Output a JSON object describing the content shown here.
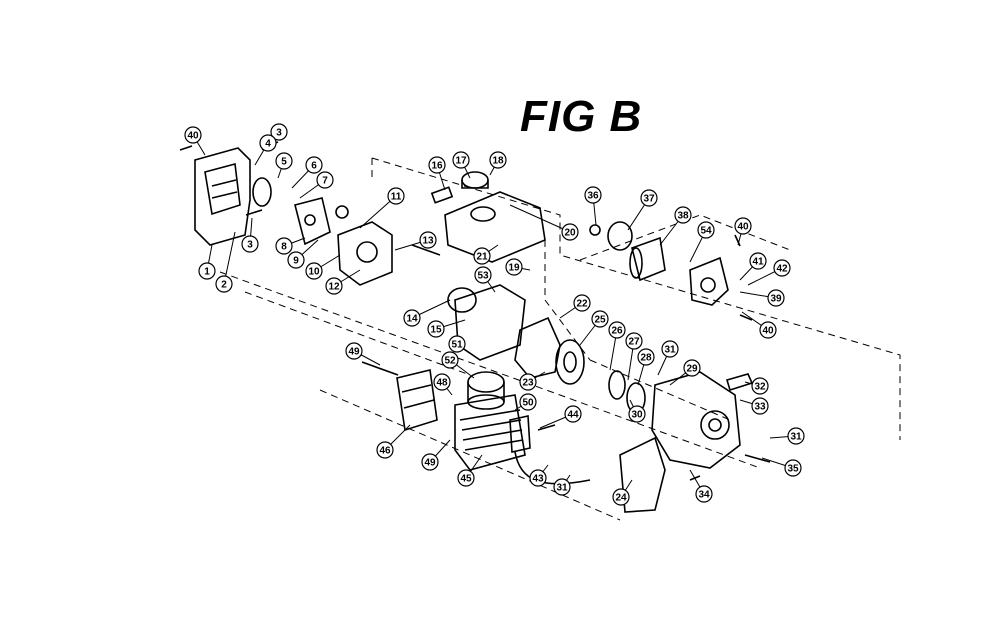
{
  "figure": {
    "title": "FIG B"
  },
  "callouts": [
    {
      "label": "40"
    },
    {
      "label": "3"
    },
    {
      "label": "4"
    },
    {
      "label": "5"
    },
    {
      "label": "6"
    },
    {
      "label": "7"
    },
    {
      "label": "1"
    },
    {
      "label": "2"
    },
    {
      "label": "3"
    },
    {
      "label": "8"
    },
    {
      "label": "9"
    },
    {
      "label": "10"
    },
    {
      "label": "12"
    },
    {
      "label": "11"
    },
    {
      "label": "13"
    },
    {
      "label": "16"
    },
    {
      "label": "17"
    },
    {
      "label": "18"
    },
    {
      "label": "20"
    },
    {
      "label": "21"
    },
    {
      "label": "19"
    },
    {
      "label": "53"
    },
    {
      "label": "14"
    },
    {
      "label": "15"
    },
    {
      "label": "22"
    },
    {
      "label": "25"
    },
    {
      "label": "26"
    },
    {
      "label": "27"
    },
    {
      "label": "28"
    },
    {
      "label": "31"
    },
    {
      "label": "29"
    },
    {
      "label": "32"
    },
    {
      "label": "33"
    },
    {
      "label": "31"
    },
    {
      "label": "35"
    },
    {
      "label": "34"
    },
    {
      "label": "30"
    },
    {
      "label": "23"
    },
    {
      "label": "51"
    },
    {
      "label": "52"
    },
    {
      "label": "48"
    },
    {
      "label": "50"
    },
    {
      "label": "49"
    },
    {
      "label": "46"
    },
    {
      "label": "49"
    },
    {
      "label": "45"
    },
    {
      "label": "44"
    },
    {
      "label": "43"
    },
    {
      "label": "31"
    },
    {
      "label": "24"
    },
    {
      "label": "36"
    },
    {
      "label": "37"
    },
    {
      "label": "38"
    },
    {
      "label": "54"
    },
    {
      "label": "40"
    },
    {
      "label": "41"
    },
    {
      "label": "42"
    },
    {
      "label": "39"
    },
    {
      "label": "40"
    }
  ]
}
